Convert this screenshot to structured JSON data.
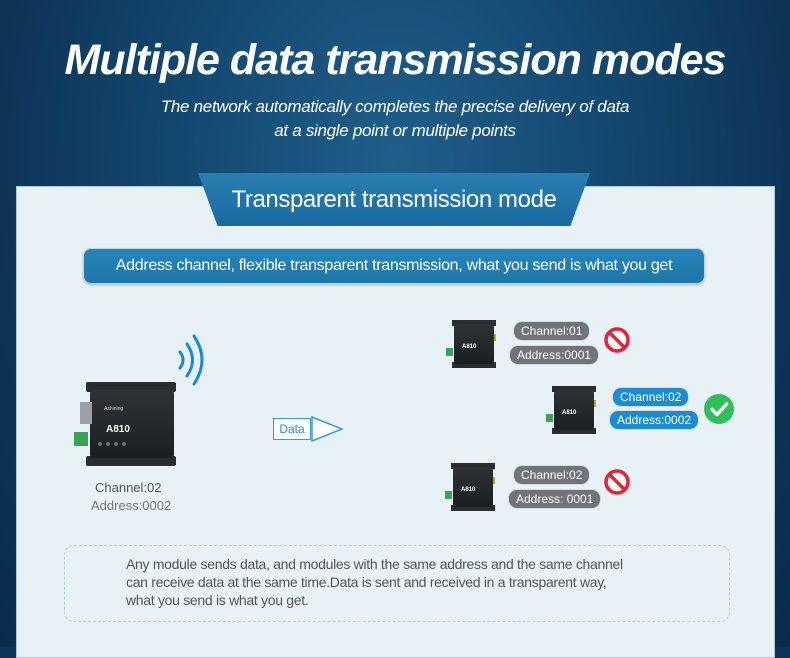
{
  "header": {
    "title": "Multiple data transmission modes",
    "subtitle_line1": "The network automatically completes the precise delivery of data",
    "subtitle_line2": "at a single point or multiple points"
  },
  "mode": {
    "title": "Transparent transmission mode",
    "banner": "Address channel, flexible transparent transmission, what you send is what you get"
  },
  "device_brand": "Ashining",
  "device_model": "A810",
  "source": {
    "channel": "Channel:02",
    "address": "Address:0002"
  },
  "data_label": "Data",
  "receivers": [
    {
      "channel": "Channel:01",
      "address": "Address:0001",
      "status": "blocked",
      "status_icon": "prohibited-icon",
      "tag_color": "#6e7478"
    },
    {
      "channel": "Channel:02",
      "address": "Address:0002",
      "status": "received",
      "status_icon": "check-circle-icon",
      "tag_color": "#1d8ccc"
    },
    {
      "channel": "Channel:02",
      "address": "Address: 0001",
      "status": "blocked",
      "status_icon": "prohibited-icon",
      "tag_color": "#6e7478"
    }
  ],
  "notes": {
    "line1": "Any module sends data, and modules with the same address and the same channel",
    "line2": "can receive data at the same time.Data is sent and received in a transparent way,",
    "line3": "what you send is what you get."
  },
  "colors": {
    "accent_blue": "#1f76a8",
    "success_green": "#2fbf5a",
    "prohibit_red": "#e0243a"
  }
}
